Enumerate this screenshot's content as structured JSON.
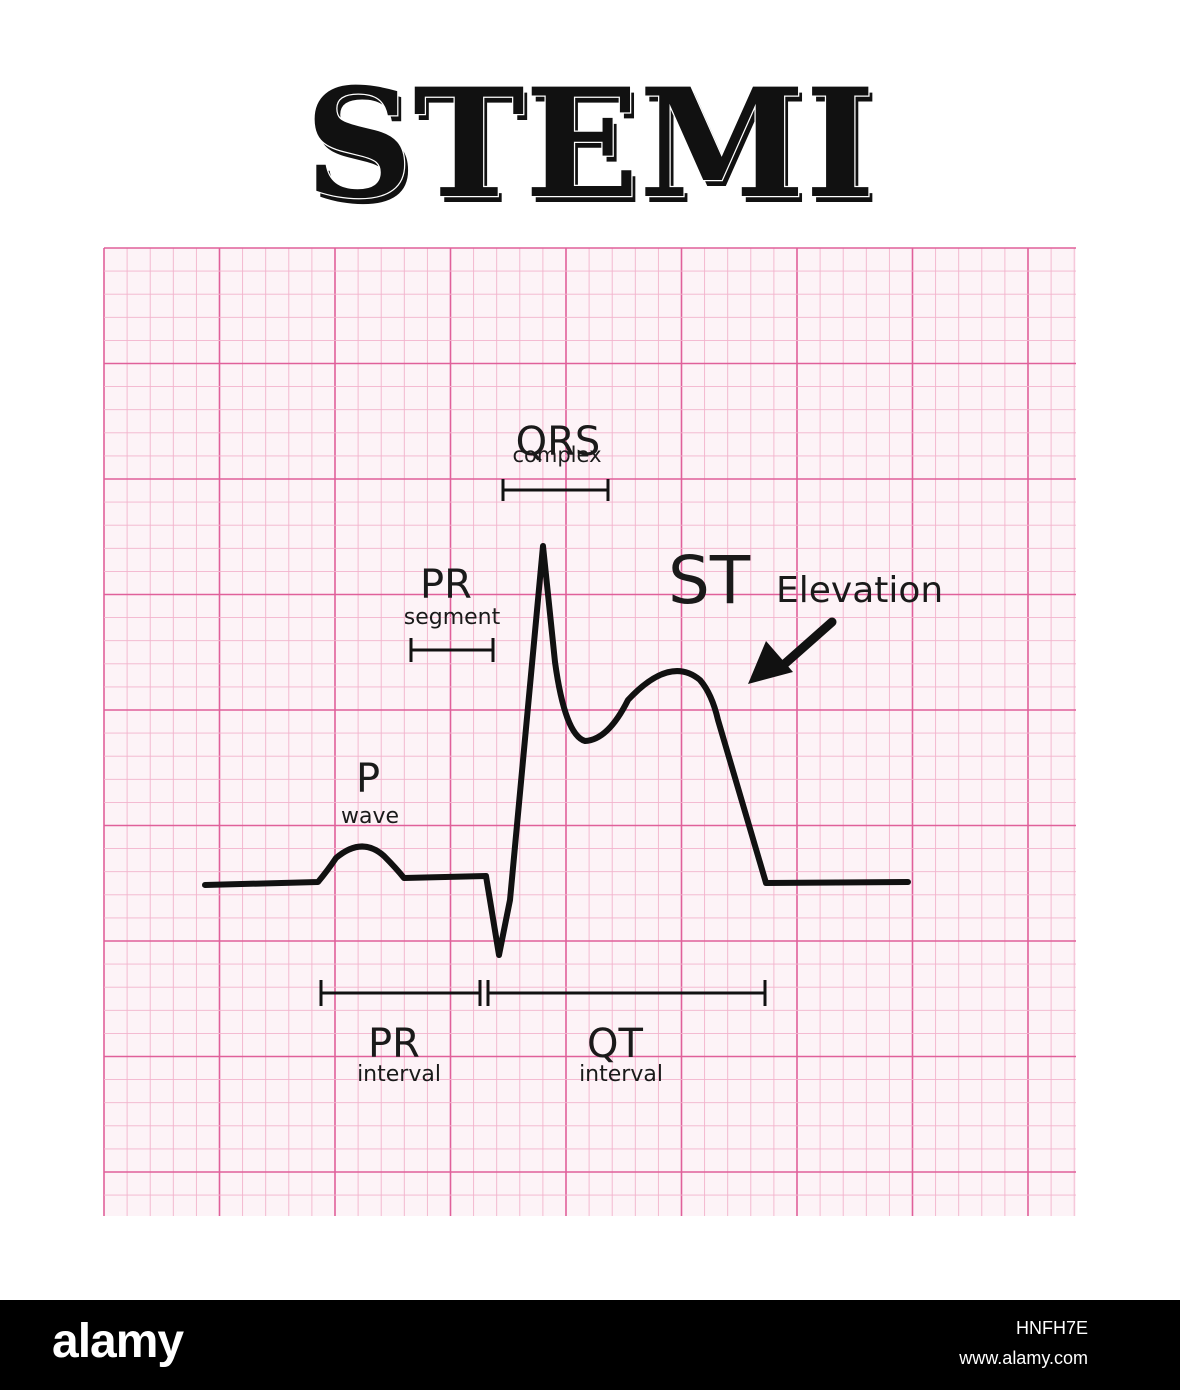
{
  "title": "STEMI",
  "labels": {
    "qrs": "QRS",
    "qrs_sub": "complex",
    "pr_segment": "PR",
    "pr_segment_sub": "segment",
    "st": "ST",
    "st_elevation": "Elevation",
    "p": "P",
    "p_sub": "wave",
    "pr_interval": "PR",
    "pr_interval_sub": "interval",
    "qt": "QT",
    "qt_sub": "interval"
  },
  "colors": {
    "grid_major": "#e0609a",
    "grid_minor": "#f2b3cc",
    "trace": "#111111",
    "footer_bg": "#000000"
  },
  "footer": {
    "brand": "alamy",
    "image_code": "HNFH7E",
    "site": "www.alamy.com"
  }
}
